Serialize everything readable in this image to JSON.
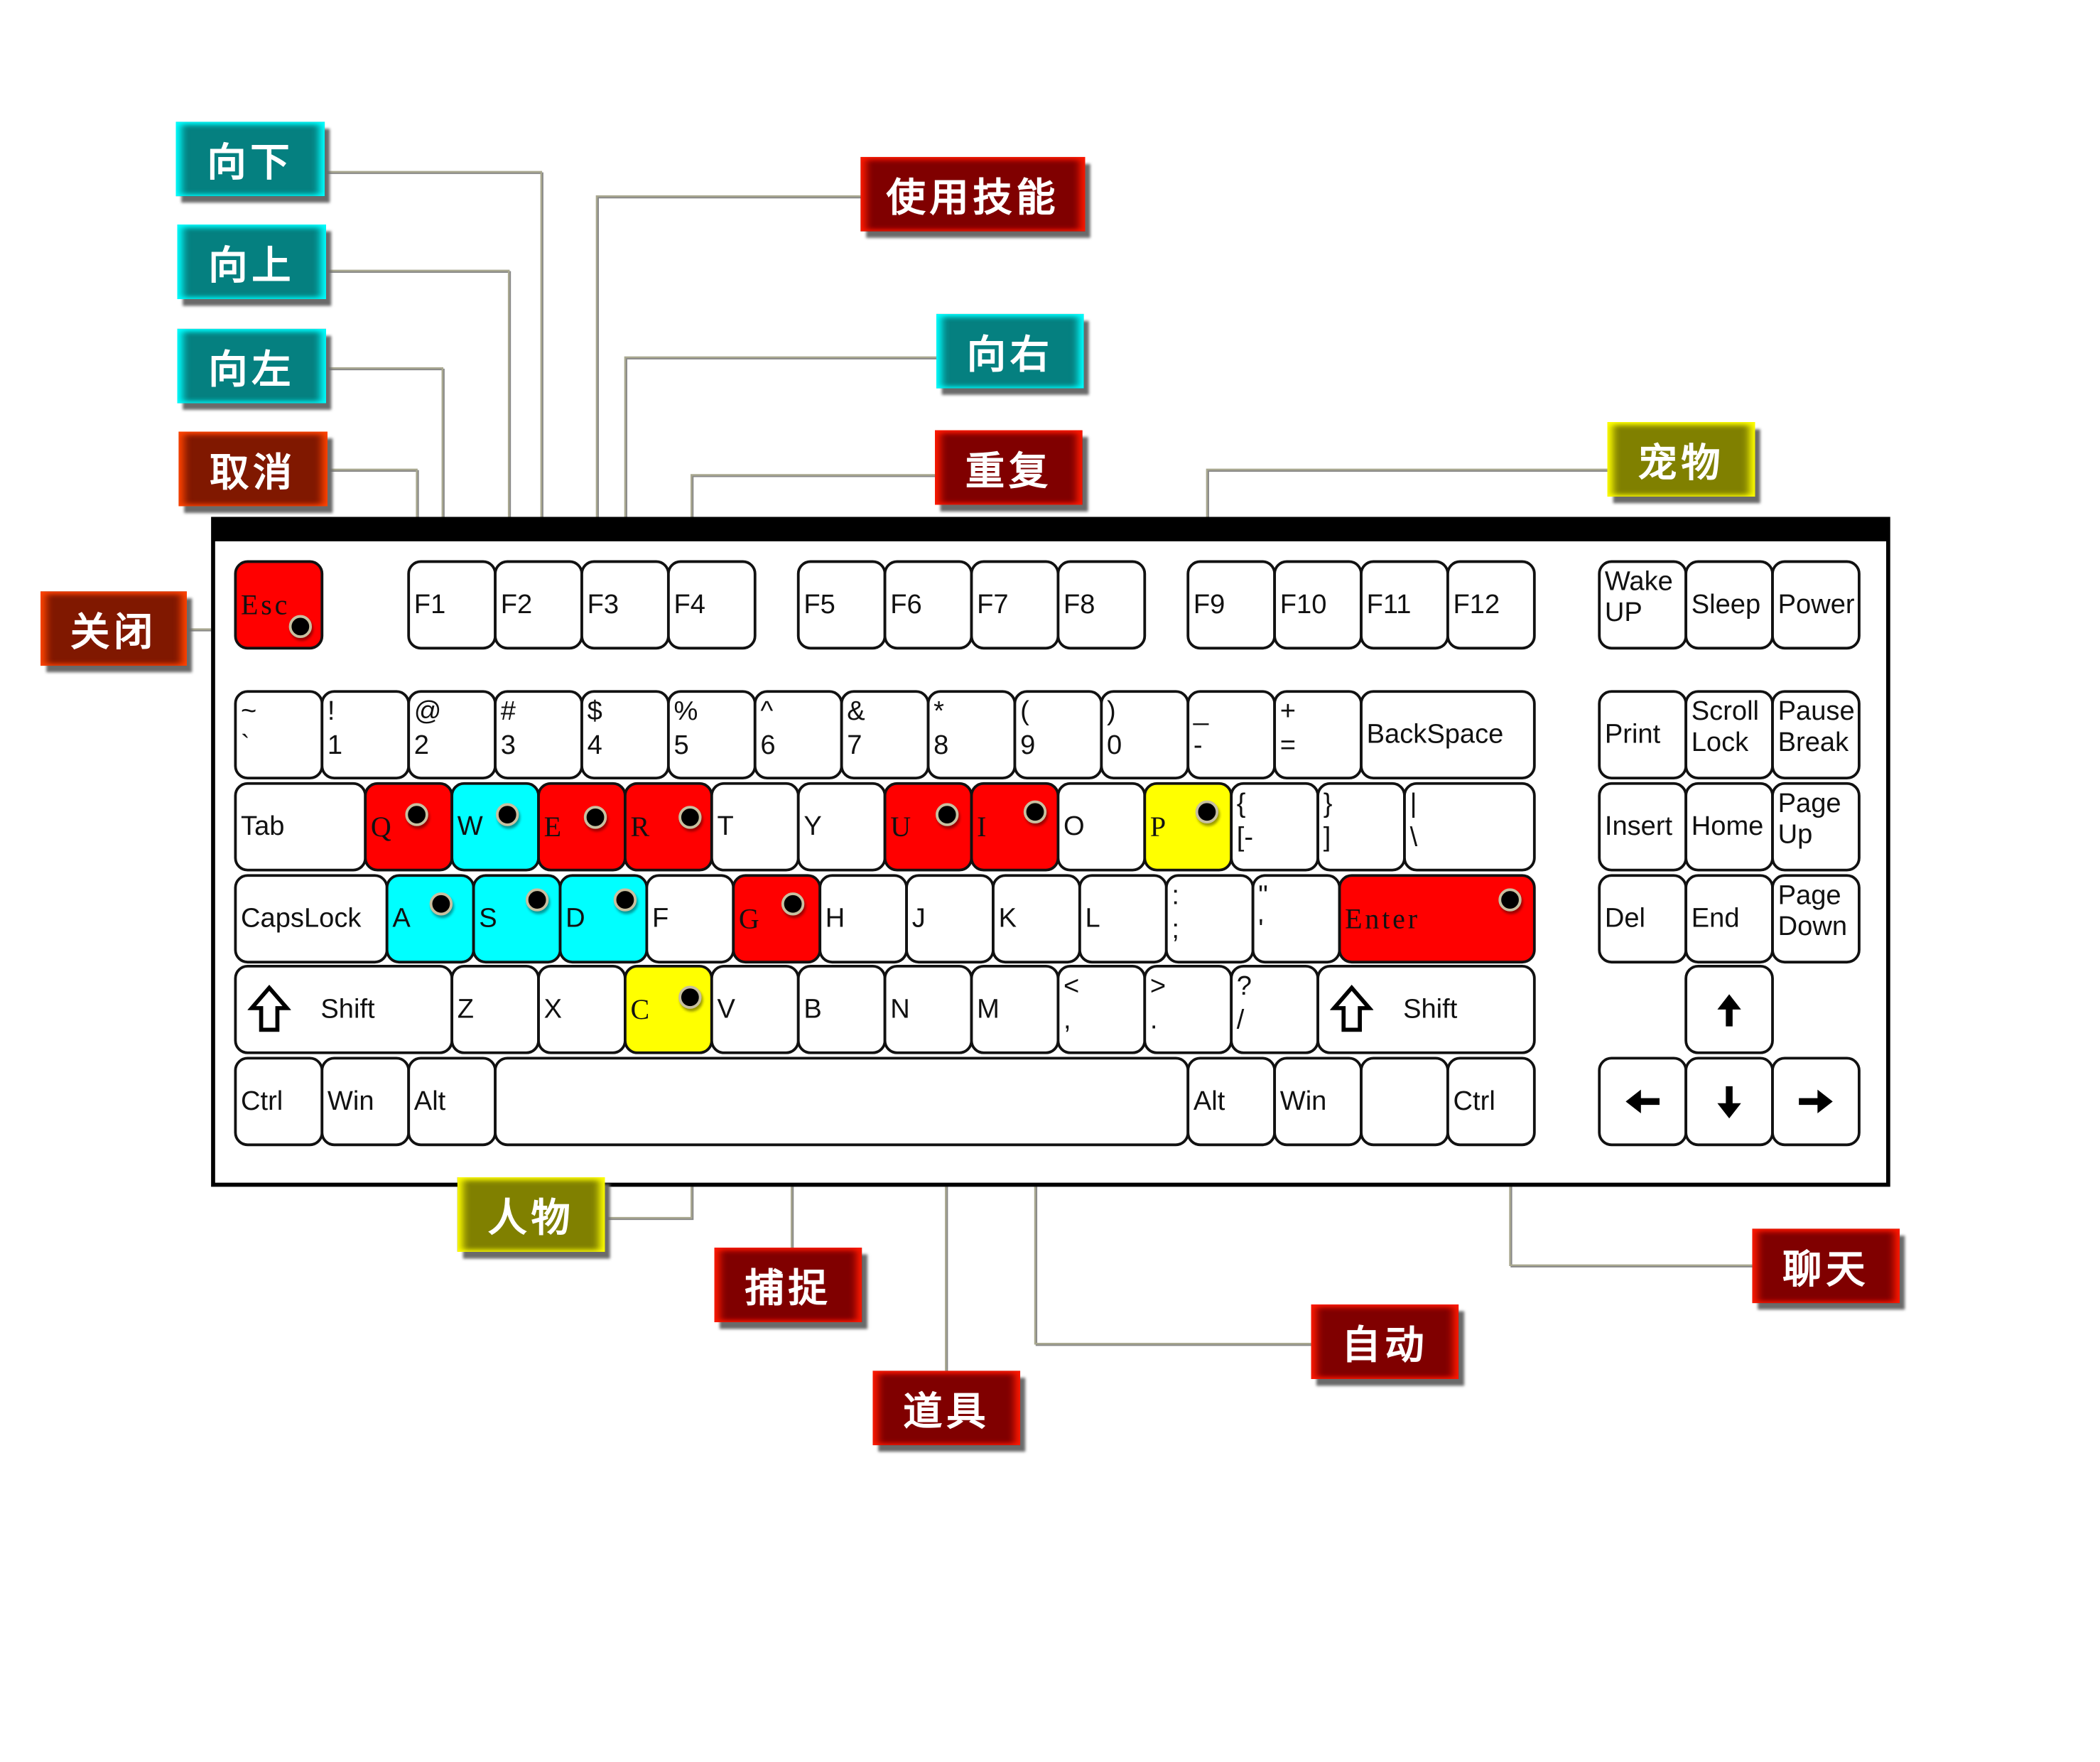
{
  "colors": {
    "red_key": "#ff0000",
    "cyan_key": "#00ffff",
    "yellow_key": "#ffff00",
    "line": "#a9a890"
  },
  "keyboard": {
    "rows": [
      [
        {
          "id": "esc",
          "l": "Esc",
          "c": "red"
        },
        {
          "id": "f1",
          "l": "F1"
        },
        {
          "id": "f2",
          "l": "F2"
        },
        {
          "id": "f3",
          "l": "F3"
        },
        {
          "id": "f4",
          "l": "F4"
        },
        {
          "id": "f5",
          "l": "F5"
        },
        {
          "id": "f6",
          "l": "F6"
        },
        {
          "id": "f7",
          "l": "F7"
        },
        {
          "id": "f8",
          "l": "F8"
        },
        {
          "id": "f9",
          "l": "F9"
        },
        {
          "id": "f10",
          "l": "F10"
        },
        {
          "id": "f11",
          "l": "F11"
        },
        {
          "id": "f12",
          "l": "F12"
        },
        {
          "id": "wake",
          "t": "Wake",
          "b": "UP"
        },
        {
          "id": "sleep",
          "l": "Sleep"
        },
        {
          "id": "power",
          "l": "Power"
        }
      ],
      [
        {
          "id": "grave",
          "t": "~",
          "b": "`"
        },
        {
          "id": "k1",
          "t": "!",
          "b": "1"
        },
        {
          "id": "k2",
          "t": "@",
          "b": "2"
        },
        {
          "id": "k3",
          "t": "#",
          "b": "3"
        },
        {
          "id": "k4",
          "t": "$",
          "b": "4"
        },
        {
          "id": "k5",
          "t": "%",
          "b": "5"
        },
        {
          "id": "k6",
          "t": "^",
          "b": "6"
        },
        {
          "id": "k7",
          "t": "&",
          "b": "7"
        },
        {
          "id": "k8",
          "t": "*",
          "b": "8"
        },
        {
          "id": "k9",
          "t": "(",
          "b": "9"
        },
        {
          "id": "k0",
          "t": ")",
          "b": "0"
        },
        {
          "id": "minus",
          "t": "_",
          "b": "-"
        },
        {
          "id": "equal",
          "t": "+",
          "b": "="
        },
        {
          "id": "backspace",
          "l": "BackSpace"
        },
        {
          "id": "print",
          "l": "Print"
        },
        {
          "id": "scroll",
          "t": "Scroll",
          "b": "Lock"
        },
        {
          "id": "pause",
          "t": "Pause",
          "b": "Break"
        }
      ],
      [
        {
          "id": "tab",
          "l": "Tab"
        },
        {
          "id": "q",
          "l": "Q",
          "c": "red"
        },
        {
          "id": "w",
          "l": "W",
          "c": "cyan"
        },
        {
          "id": "e",
          "l": "E",
          "c": "red"
        },
        {
          "id": "r",
          "l": "R",
          "c": "red"
        },
        {
          "id": "t",
          "l": "T"
        },
        {
          "id": "y",
          "l": "Y"
        },
        {
          "id": "u",
          "l": "U",
          "c": "red"
        },
        {
          "id": "i",
          "l": "I",
          "c": "red"
        },
        {
          "id": "o",
          "l": "O"
        },
        {
          "id": "p",
          "l": "P",
          "c": "yellow"
        },
        {
          "id": "lbracket",
          "t": "{",
          "b": "[-"
        },
        {
          "id": "rbracket",
          "t": "}",
          "b": "]"
        },
        {
          "id": "backslash",
          "t": "|",
          "b": "\\"
        },
        {
          "id": "insert",
          "l": "Insert"
        },
        {
          "id": "home",
          "l": "Home"
        },
        {
          "id": "pageup",
          "t": "Page",
          "b": "Up"
        }
      ],
      [
        {
          "id": "capslock",
          "l": "CapsLock"
        },
        {
          "id": "a",
          "l": "A",
          "c": "cyan"
        },
        {
          "id": "s",
          "l": "S",
          "c": "cyan"
        },
        {
          "id": "d",
          "l": "D",
          "c": "cyan"
        },
        {
          "id": "f",
          "l": "F"
        },
        {
          "id": "g",
          "l": "G",
          "c": "red"
        },
        {
          "id": "h",
          "l": "H"
        },
        {
          "id": "j",
          "l": "J"
        },
        {
          "id": "k",
          "l": "K"
        },
        {
          "id": "l",
          "l": "L"
        },
        {
          "id": "semicolon",
          "t": ":",
          "b": ";"
        },
        {
          "id": "quote",
          "t": "\"",
          "b": "'"
        },
        {
          "id": "enter",
          "l": "Enter",
          "c": "red"
        },
        {
          "id": "del",
          "l": "Del"
        },
        {
          "id": "end",
          "l": "End"
        },
        {
          "id": "pagedown",
          "t": "Page",
          "b": "Down"
        }
      ],
      [
        {
          "id": "lshift",
          "shift": "Shift"
        },
        {
          "id": "z",
          "l": "Z"
        },
        {
          "id": "x",
          "l": "X"
        },
        {
          "id": "c",
          "l": "C",
          "c": "yellow"
        },
        {
          "id": "v",
          "l": "V"
        },
        {
          "id": "b",
          "l": "B"
        },
        {
          "id": "n",
          "l": "N"
        },
        {
          "id": "m",
          "l": "M"
        },
        {
          "id": "comma",
          "t": "<",
          "b": ","
        },
        {
          "id": "period",
          "t": ">",
          "b": "."
        },
        {
          "id": "slash",
          "t": "?",
          "b": "/"
        },
        {
          "id": "rshift",
          "shift": "Shift"
        },
        {
          "id": "up",
          "icon": "arrow-up-icon"
        }
      ],
      [
        {
          "id": "lctrl",
          "l": "Ctrl"
        },
        {
          "id": "lwin",
          "l": "Win"
        },
        {
          "id": "lalt",
          "l": "Alt"
        },
        {
          "id": "space",
          "l": ""
        },
        {
          "id": "ralt",
          "l": "Alt"
        },
        {
          "id": "rwin",
          "l": "Win"
        },
        {
          "id": "menu",
          "l": ""
        },
        {
          "id": "rctrl",
          "l": "Ctrl"
        },
        {
          "id": "left",
          "icon": "arrow-left-icon"
        },
        {
          "id": "down",
          "icon": "arrow-down-icon"
        },
        {
          "id": "right",
          "icon": "arrow-right-icon"
        }
      ]
    ]
  },
  "callouts": [
    {
      "id": "down",
      "text": "向下",
      "key": "s",
      "style": "teal"
    },
    {
      "id": "up",
      "text": "向上",
      "key": "w",
      "style": "teal"
    },
    {
      "id": "left",
      "text": "向左",
      "key": "a",
      "style": "teal"
    },
    {
      "id": "cancel",
      "text": "取消",
      "key": "q",
      "style": "red"
    },
    {
      "id": "close",
      "text": "关闭",
      "key": "esc",
      "style": "red"
    },
    {
      "id": "use-skill",
      "text": "使用技能",
      "key": "e",
      "style": "dred"
    },
    {
      "id": "right",
      "text": "向右",
      "key": "d",
      "style": "teal"
    },
    {
      "id": "repeat",
      "text": "重复",
      "key": "r",
      "style": "dred"
    },
    {
      "id": "pet",
      "text": "宠物",
      "key": "p",
      "style": "olive"
    },
    {
      "id": "character",
      "text": "人物",
      "key": "c",
      "style": "olive"
    },
    {
      "id": "capture",
      "text": "捕捉",
      "key": "g",
      "style": "dred"
    },
    {
      "id": "items",
      "text": "道具",
      "key": "u",
      "style": "dred"
    },
    {
      "id": "auto",
      "text": "自动",
      "key": "i",
      "style": "dred"
    },
    {
      "id": "chat",
      "text": "聊天",
      "key": "enter",
      "style": "dred"
    }
  ]
}
